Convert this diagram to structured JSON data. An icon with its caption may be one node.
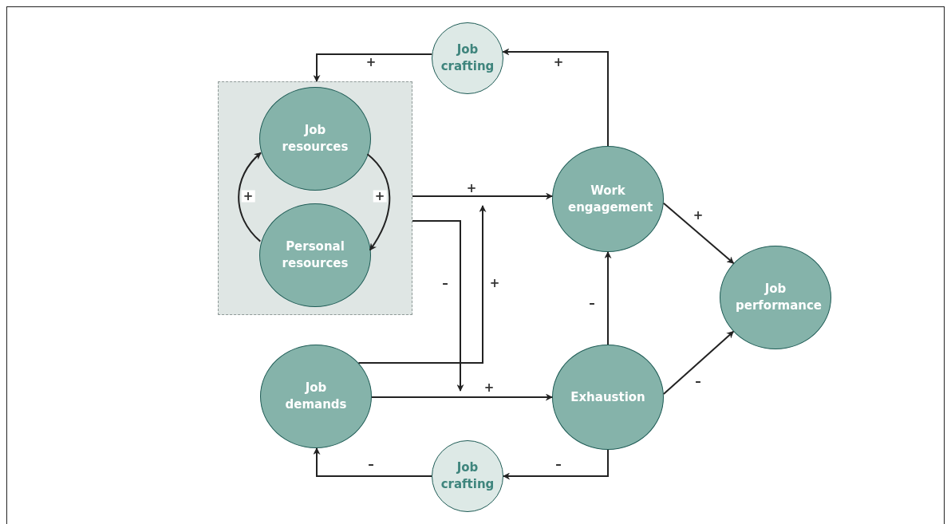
{
  "diagram": {
    "nodes": [
      {
        "text": [
          "Job crafting"
        ]
      },
      {
        "text": [],
        "shape": "box"
      },
      {
        "text": [
          "Job resources"
        ],
        "in": 1
      },
      {
        "text": [
          "Personal resources"
        ],
        "in": 1
      },
      {
        "text": [
          "Work engagement"
        ]
      },
      {
        "text": [
          "Job performance"
        ]
      },
      {
        "text": [
          "Job demands"
        ]
      },
      {
        "text": [
          "Exhaustion"
        ]
      },
      {
        "text": [
          "Job crafting"
        ]
      }
    ],
    "edges": [
      {
        "from": 4,
        "to": 0,
        "arrow": "to",
        "label": "+"
      },
      {
        "from": 0,
        "to": 1,
        "arrow": "to",
        "label": "+"
      },
      {
        "from": 2,
        "to": 3,
        "arrow": "to",
        "label": "+"
      },
      {
        "from": 3,
        "to": 2,
        "arrow": "to",
        "label": "+"
      },
      {
        "from": 1,
        "to": 4,
        "arrow": "to",
        "label": "+"
      },
      {
        "from": 1,
        "to": null,
        "arrow": "to",
        "label": "–"
      },
      {
        "from": 6,
        "to": null,
        "arrow": "to",
        "label": "+"
      },
      {
        "from": 6,
        "to": 7,
        "arrow": "to",
        "label": "+"
      },
      {
        "from": 4,
        "to": 5,
        "arrow": "to",
        "label": "+"
      },
      {
        "from": 7,
        "to": 5,
        "arrow": "to",
        "label": "–"
      },
      {
        "from": 7,
        "to": 4,
        "arrow": "to",
        "label": "–"
      },
      {
        "from": 7,
        "to": 8,
        "arrow": "to",
        "label": "–"
      },
      {
        "from": 8,
        "to": 6,
        "arrow": "to",
        "label": "–"
      }
    ]
  }
}
